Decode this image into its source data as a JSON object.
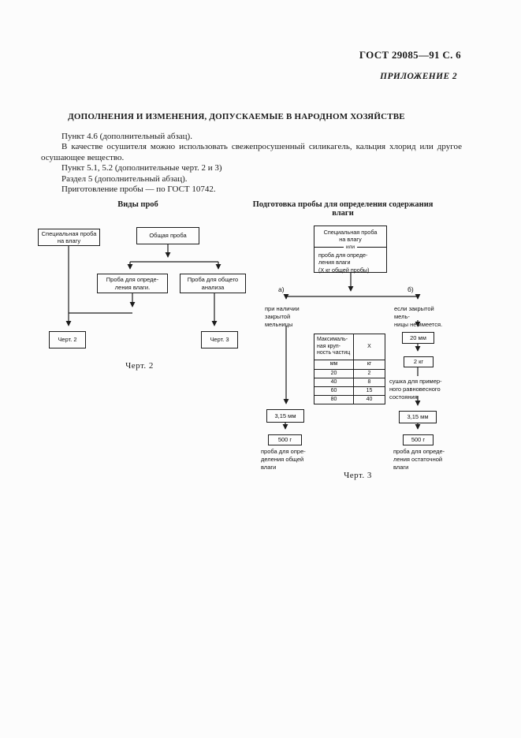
{
  "header": {
    "standard_number": "ГОСТ 29085—91 С. 6",
    "appendix_label": "ПРИЛОЖЕНИЕ 2"
  },
  "document": {
    "title": "ДОПОЛНЕНИЯ И ИЗМЕНЕНИЯ, ДОПУСКАЕМЫЕ В НАРОДНОМ ХОЗЯЙСТВЕ",
    "paragraphs": [
      "Пункт 4.6 (дополнительный абзац).",
      "В качестве осушителя можно использовать свежепросушенный силикагель, кальция хлорид или другое осушающее вещество.",
      "Пункт 5.1, 5.2 (дополнительные черт. 2 и 3)",
      "Раздел 5 (дополнительный абзац).",
      "Приготовление пробы — по ГОСТ 10742."
    ]
  },
  "chart2": {
    "heading": "Виды проб",
    "boxes": {
      "special": "Специальная проба\nна влагу",
      "common": "Общая проба",
      "moisture": "Проба для опреде-\nления влаги.",
      "analysis": "Проба для общего\nанализа",
      "fig2": "Черт. 2",
      "fig3": "Черт. 3"
    },
    "caption": "Черт. 2"
  },
  "chart3": {
    "heading": "Подготовка пробы для определения содержания влаги",
    "top_box": {
      "upper": "Специальная проба\nна  влагу",
      "divider": "или",
      "lower": "проба для опреде-\nления влаги\n(Х кг  общей пробы)"
    },
    "branch_a": {
      "label": "а)",
      "note": "при наличии\nзакрытой\nмельницы"
    },
    "branch_b": {
      "label": "б)",
      "note": "если закрытой мель-\nницы не имеется."
    },
    "table": {
      "header_left": "Максималь-\nная круп-\nность частиц",
      "header_right": "Х",
      "units": [
        "мм",
        "кг"
      ],
      "rows": [
        [
          "20",
          "2"
        ],
        [
          "40",
          "8"
        ],
        [
          "60",
          "15"
        ],
        [
          "80",
          "40"
        ]
      ]
    },
    "boxes": {
      "size20": "20 мм",
      "mass2": "2 кг",
      "sieve_left": "3,15 мм",
      "sieve_right": "3,15 мм",
      "g500_left": "500 г",
      "g500_right": "500 г"
    },
    "dry_note": "сушка для пример-\nного равновесного\nсостояния",
    "total_moisture_note": "проба для опре-\nделения общей\nвлаги",
    "residual_moisture_note": "проба для опреде-\nления остаточной\nвлаги",
    "caption": "Черт. 3"
  }
}
